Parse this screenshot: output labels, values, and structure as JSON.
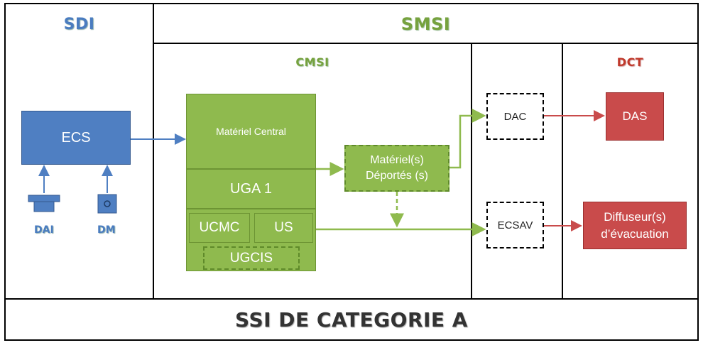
{
  "headers": {
    "sdi": "SDI",
    "smsi": "SMSI",
    "cmsi": "CMSI",
    "dct": "DCT"
  },
  "nodes": {
    "ecs": "ECS",
    "materiel_central": "Matériel Central",
    "uga1": "UGA 1",
    "ucmc": "UCMC",
    "us": "US",
    "ugcis": "UGCIS",
    "materiels_deportes_line1": "Matériel(s)",
    "materiels_deportes_line2": "Déportés (s)",
    "dac": "DAC",
    "ecsav": "ECSAV",
    "das": "DAS",
    "diffuseur_line1": "Diffuseur(s)",
    "diffuseur_line2": "d’évacuation"
  },
  "devices": {
    "dai": "DAI",
    "dm": "DM"
  },
  "footer": "SSI DE CATEGORIE A",
  "colors": {
    "blue": "#4f7fc2",
    "green": "#8fba4e",
    "red": "#c94b4b"
  }
}
